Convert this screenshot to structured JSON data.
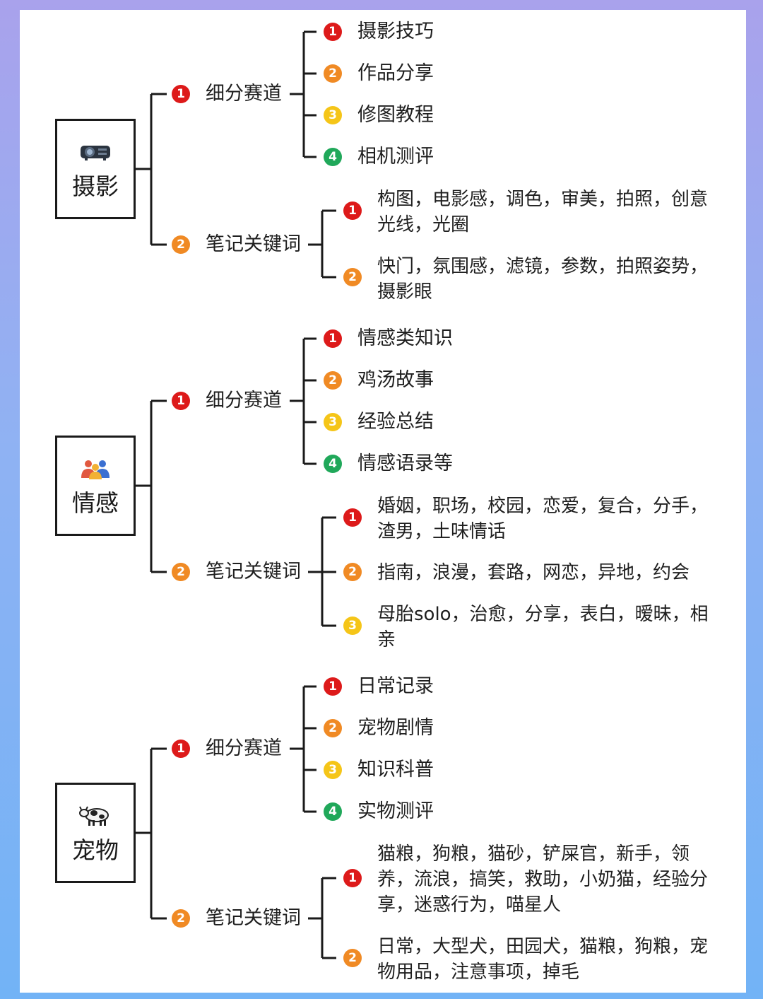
{
  "sections": [
    {
      "title": "摄影",
      "icon": "projector-icon",
      "branch1_label": "细分赛道",
      "branch2_label": "笔记关键词",
      "sub_tracks": [
        "摄影技巧",
        "作品分享",
        "修图教程",
        "相机测评"
      ],
      "keywords": [
        "构图，电影感，调色，审美，拍照，创意光线，光圈",
        "快门，氛围感，滤镜，参数，拍照姿势，摄影眼"
      ]
    },
    {
      "title": "情感",
      "icon": "people-icon",
      "branch1_label": "细分赛道",
      "branch2_label": "笔记关键词",
      "sub_tracks": [
        "情感类知识",
        "鸡汤故事",
        "经验总结",
        "情感语录等"
      ],
      "keywords": [
        "婚姻，职场，校园，恋爱，复合，分手，渣男，土味情话",
        "指南，浪漫，套路，网恋，异地，约会",
        "母胎solo，治愈，分享，表白，暧昧，相亲"
      ]
    },
    {
      "title": "宠物",
      "icon": "cow-icon",
      "branch1_label": "细分赛道",
      "branch2_label": "笔记关键词",
      "sub_tracks": [
        "日常记录",
        "宠物剧情",
        "知识科普",
        "实物测评"
      ],
      "keywords": [
        "猫粮，狗粮，猫砂，铲屎官，新手，领养，流浪，搞笑，救助，小奶猫，经验分享，迷惑行为，喵星人",
        "日常，大型犬，田园犬，猫粮，狗粮，宠物用品，注意事项，掉毛"
      ]
    }
  ],
  "badges": [
    "1",
    "2",
    "3",
    "4"
  ]
}
